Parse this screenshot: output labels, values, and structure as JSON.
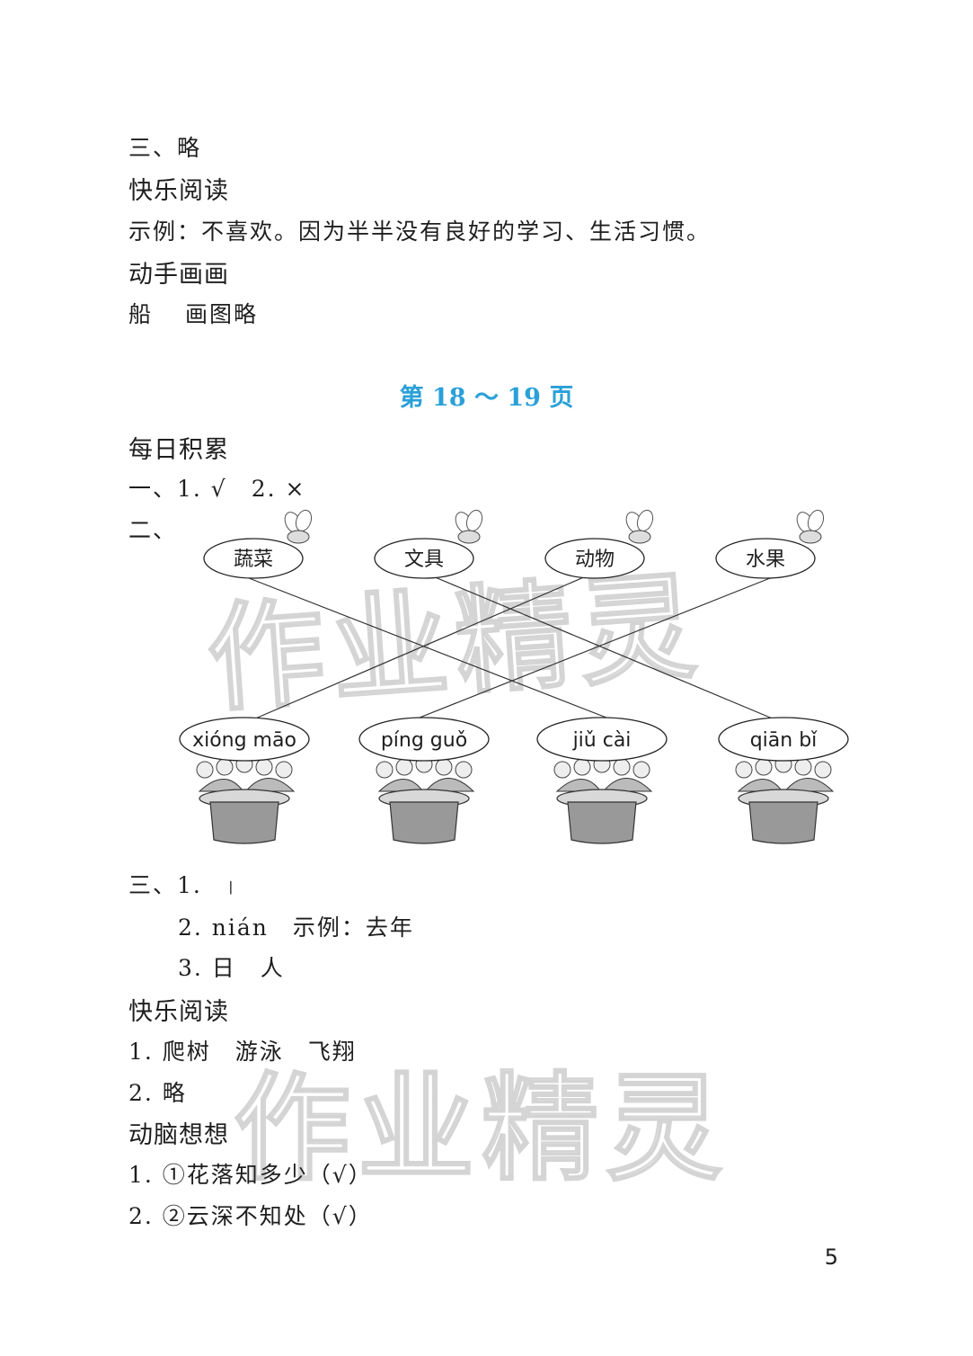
{
  "lines_top": {
    "l1": "三、略",
    "l2": "快乐阅读",
    "l3": "示例：不喜欢。因为半半没有良好的学习、生活习惯。",
    "l4": "动手画画",
    "l5a": "船",
    "l5b": "画图略"
  },
  "section_title": "第 18 ～ 19 页",
  "daily": {
    "heading": "每日积累",
    "q1": "一、1. √　2. ×",
    "q2": "二、"
  },
  "matching": {
    "categories": [
      "蔬菜",
      "文具",
      "动物",
      "水果"
    ],
    "pinyin": [
      "xióng māo",
      "píng guǒ",
      "jiǔ cài",
      "qiān bǐ"
    ],
    "links": [
      [
        0,
        2
      ],
      [
        1,
        3
      ],
      [
        2,
        0
      ],
      [
        3,
        1
      ]
    ]
  },
  "q3": {
    "a": "三、1.",
    "a_mark": "丨",
    "b": "2. nián　示例：去年",
    "c": "3. 日　人"
  },
  "reading": {
    "heading": "快乐阅读",
    "r1": "1. 爬树　游泳　飞翔",
    "r2": "2. 略"
  },
  "think": {
    "heading": "动脑想想",
    "t1": "1. ①花落知多少（√）",
    "t2": "2. ②云深不知处（√）"
  },
  "watermark": "作业精灵",
  "page_number": "5",
  "colors": {
    "title": "#2aa0d8",
    "text": "#1e1e1e"
  }
}
